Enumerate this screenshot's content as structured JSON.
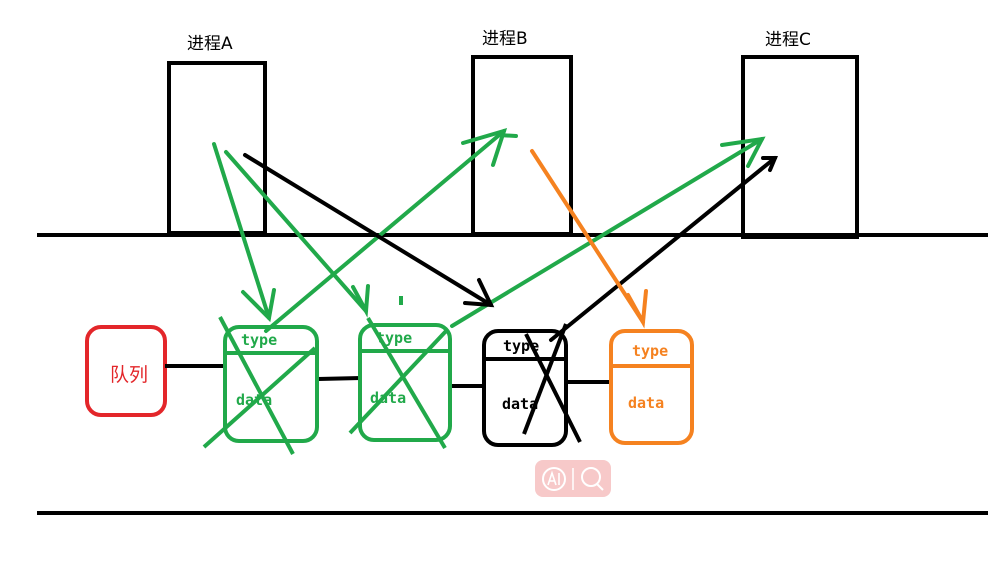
{
  "processes": [
    {
      "label": "进程A"
    },
    {
      "label": "进程B"
    },
    {
      "label": "进程C"
    }
  ],
  "queue": {
    "label": "队列"
  },
  "nodes": [
    {
      "type_label": "type",
      "data_label": "data",
      "color": "#21a94a"
    },
    {
      "type_label": "type",
      "data_label": "data",
      "color": "#21a94a"
    },
    {
      "type_label": "type",
      "data_label": "data",
      "color": "#000000"
    },
    {
      "type_label": "type",
      "data_label": "data",
      "color": "#f58220"
    }
  ],
  "colors": {
    "green": "#21a94a",
    "black": "#000000",
    "orange": "#f58220",
    "red": "#e3262a",
    "ai_badge": "#f7c9c9"
  },
  "ai_badge": {
    "icons": [
      "ai-icon",
      "search-icon"
    ]
  }
}
